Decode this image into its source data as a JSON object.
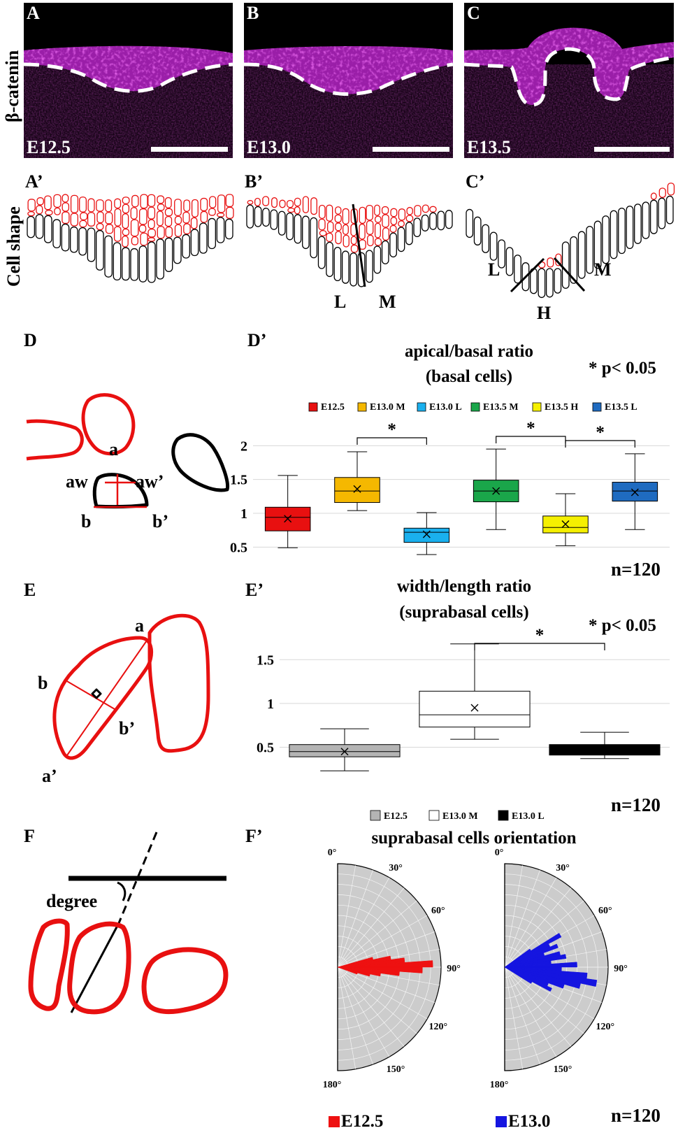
{
  "panels": {
    "A": "A",
    "B": "B",
    "C": "C",
    "A2": "A’",
    "B2": "B’",
    "C2": "C’",
    "D": "D",
    "D2": "D’",
    "E": "E",
    "E2": "E’",
    "F": "F",
    "F2": "F’"
  },
  "row_labels": {
    "stain": "β-catenin",
    "shape": "Cell shape"
  },
  "micro": {
    "a": "E12.5",
    "b": "E13.0",
    "c": "E13.5"
  },
  "regions": {
    "L": "L",
    "M": "M",
    "H": "H"
  },
  "diagram_d": {
    "a": "a",
    "aw": "aw",
    "aw2": "aw’",
    "b": "b",
    "b2": "b’"
  },
  "diagram_e": {
    "a": "a",
    "a2": "a’",
    "b": "b",
    "b2": "b’"
  },
  "diagram_f": {
    "degree": "degree"
  },
  "sig_note": "* p< 0.05",
  "sig_star": "*",
  "n_label": "n=120",
  "colors": {
    "magenta": "#c02cc8",
    "red": "#e81010",
    "orange": "#f5b800",
    "light_blue": "#1ab0ee",
    "green": "#1aa64a",
    "yellow": "#f5f000",
    "blue": "#1f6bc0",
    "gray": "#b4b4b4",
    "polar_bg": "#cccccc",
    "polar_red": "#ee1111",
    "polar_blue": "#1515e0"
  },
  "chart_data": [
    {
      "type": "box",
      "title": "apical/basal ratio",
      "subtitle": "(basal cells)",
      "ylim": [
        0.4,
        2.2
      ],
      "yticks": [
        "0.5",
        "1",
        "1.5",
        "2"
      ],
      "grid": true,
      "legend_position": "top",
      "series": [
        {
          "name": "E12.5",
          "color": "#e81010",
          "min": 0.49,
          "q1": 0.74,
          "median": 0.94,
          "q3": 1.09,
          "max": 1.56,
          "mean": 0.92
        },
        {
          "name": "E13.0 M",
          "color": "#f5b800",
          "min": 1.04,
          "q1": 1.16,
          "median": 1.33,
          "q3": 1.53,
          "max": 1.91,
          "mean": 1.36
        },
        {
          "name": "E13.0 L",
          "color": "#1ab0ee",
          "min": 0.39,
          "q1": 0.57,
          "median": 0.72,
          "q3": 0.78,
          "max": 1.01,
          "mean": 0.69
        },
        {
          "name": "E13.5 M",
          "color": "#1aa64a",
          "min": 0.76,
          "q1": 1.17,
          "median": 1.33,
          "q3": 1.49,
          "max": 1.95,
          "mean": 1.33
        },
        {
          "name": "E13.5 H",
          "color": "#f5f000",
          "min": 0.52,
          "q1": 0.71,
          "median": 0.79,
          "q3": 0.96,
          "max": 1.29,
          "mean": 0.84
        },
        {
          "name": "E13.5 L",
          "color": "#1f6bc0",
          "min": 0.76,
          "q1": 1.18,
          "median": 1.33,
          "q3": 1.46,
          "max": 1.88,
          "mean": 1.31
        }
      ],
      "significance": [
        [
          1,
          2
        ],
        [
          3,
          4
        ],
        [
          4,
          5
        ]
      ]
    },
    {
      "type": "box",
      "title": "width/length ratio",
      "subtitle": "(suprabasal cells)",
      "ylim": [
        0.2,
        1.75
      ],
      "yticks": [
        "0.5",
        "1",
        "1.5"
      ],
      "grid": true,
      "legend_position": "bottom",
      "series": [
        {
          "name": "E12.5",
          "color": "#b4b4b4",
          "min": 0.23,
          "q1": 0.39,
          "median": 0.45,
          "q3": 0.53,
          "max": 0.71,
          "mean": 0.45
        },
        {
          "name": "E13.0 M",
          "color": "#ffffff",
          "min": 0.59,
          "q1": 0.73,
          "median": 0.87,
          "q3": 1.14,
          "max": 1.68,
          "mean": 0.95
        },
        {
          "name": "E13.0 L",
          "color": "#000000",
          "min": 0.37,
          "q1": 0.41,
          "median": 0.47,
          "q3": 0.53,
          "max": 0.67,
          "mean": 0.47
        }
      ],
      "significance": [
        [
          1,
          2
        ]
      ]
    },
    {
      "type": "polar-histogram",
      "title": "suprabasal cells orientation",
      "angle_range": [
        0,
        180
      ],
      "angle_labels": [
        "0°",
        "30°",
        "60°",
        "90°",
        "120°",
        "150°",
        "180°"
      ],
      "rings": 10,
      "series": [
        {
          "name": "E12.5",
          "color": "#ee1111",
          "angle": [
            76,
            80,
            84,
            88,
            92,
            96,
            100,
            104,
            108
          ],
          "value": [
            0.35,
            0.52,
            0.65,
            0.92,
            0.82,
            0.6,
            0.42,
            0.32,
            0.2
          ]
        },
        {
          "name": "E13.0",
          "color": "#1515e0",
          "angle": [
            56,
            60,
            64,
            68,
            72,
            76,
            80,
            84,
            88,
            92,
            96,
            100,
            104,
            108,
            112,
            116,
            120
          ],
          "value": [
            0.3,
            0.62,
            0.48,
            0.55,
            0.4,
            0.55,
            0.6,
            0.45,
            0.7,
            0.55,
            0.8,
            0.9,
            0.75,
            0.6,
            0.45,
            0.5,
            0.3
          ]
        }
      ]
    }
  ]
}
